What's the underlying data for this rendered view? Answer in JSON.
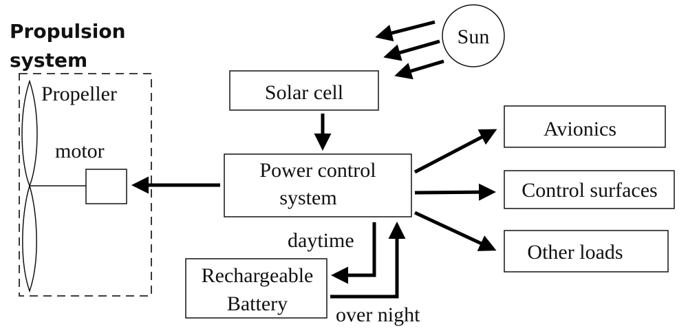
{
  "propulsion": {
    "title_line1": "Propulsion",
    "title_line2": "system",
    "propeller_label": "Propeller",
    "motor_label": "motor"
  },
  "sun_label": "Sun",
  "solar_cell_label": "Solar cell",
  "power_control": {
    "line1": "Power control",
    "line2": "system"
  },
  "battery": {
    "line1": "Rechargeable",
    "line2": "Battery"
  },
  "daytime_label": "daytime",
  "overnight_label": "over night",
  "loads": {
    "avionics": "Avionics",
    "control_surfaces": "Control surfaces",
    "other_loads": "Other loads"
  }
}
